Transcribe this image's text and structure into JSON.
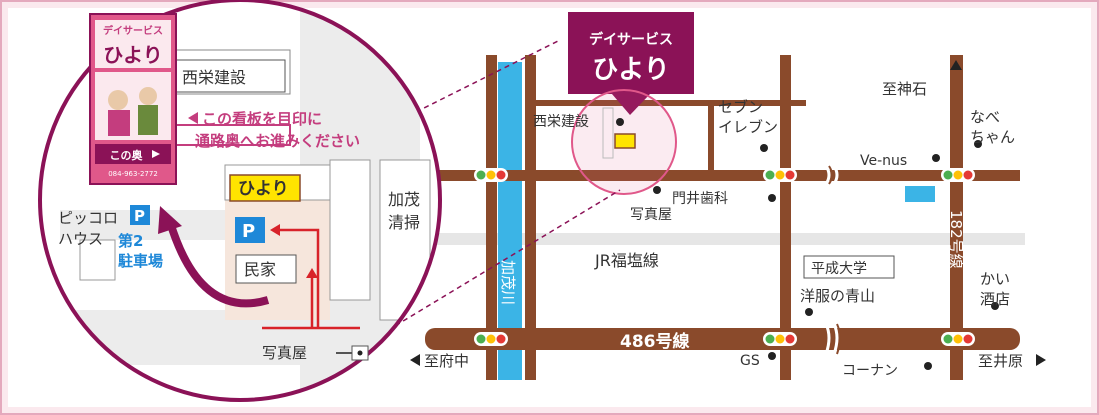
{
  "facility": {
    "type_label": "デイサービス",
    "name": "ひより",
    "colors": {
      "accent": "#8b1257",
      "pink": "#e0588a",
      "road": "#8a4a2b",
      "river": "#3bb4e6",
      "label_yellow": "#ffe400"
    }
  },
  "main_map": {
    "roads": {
      "route486": "486号線",
      "route182": "182号線",
      "jr_line": "JR福塩線",
      "river": "加茂川"
    },
    "landmarks": {
      "nishiei": "西栄建設",
      "seven": "セブン\nイレブン",
      "kadoi": "門井歯科",
      "shashinya": "写真屋",
      "venus": "Ve-nus",
      "nabe": "なべ\nちゃん",
      "kai": "かい\n酒店",
      "heisei": "平成大学",
      "youfuku": "洋服の青山",
      "gs": "GS",
      "konan": "コーナン"
    },
    "directions": {
      "kannabe": "至神石",
      "fuchu": "至府中",
      "ibara": "至井原"
    }
  },
  "inset": {
    "sign": {
      "type_label": "デイサービス",
      "name": "ひより",
      "sub": "この奥",
      "phone": "084-963-2772"
    },
    "note": "この看板を目印に\n通路奥へお進みください",
    "landmarks": {
      "nishiei": "西栄建設",
      "hiyori": "ひより",
      "minka": "民家",
      "kamo_seiso": "加茂\n清掃",
      "piccolo": "ピッコロ\nハウス",
      "parking2": "第2\n駐車場",
      "shashinya": "写真屋",
      "parking_symbol": "P"
    }
  }
}
